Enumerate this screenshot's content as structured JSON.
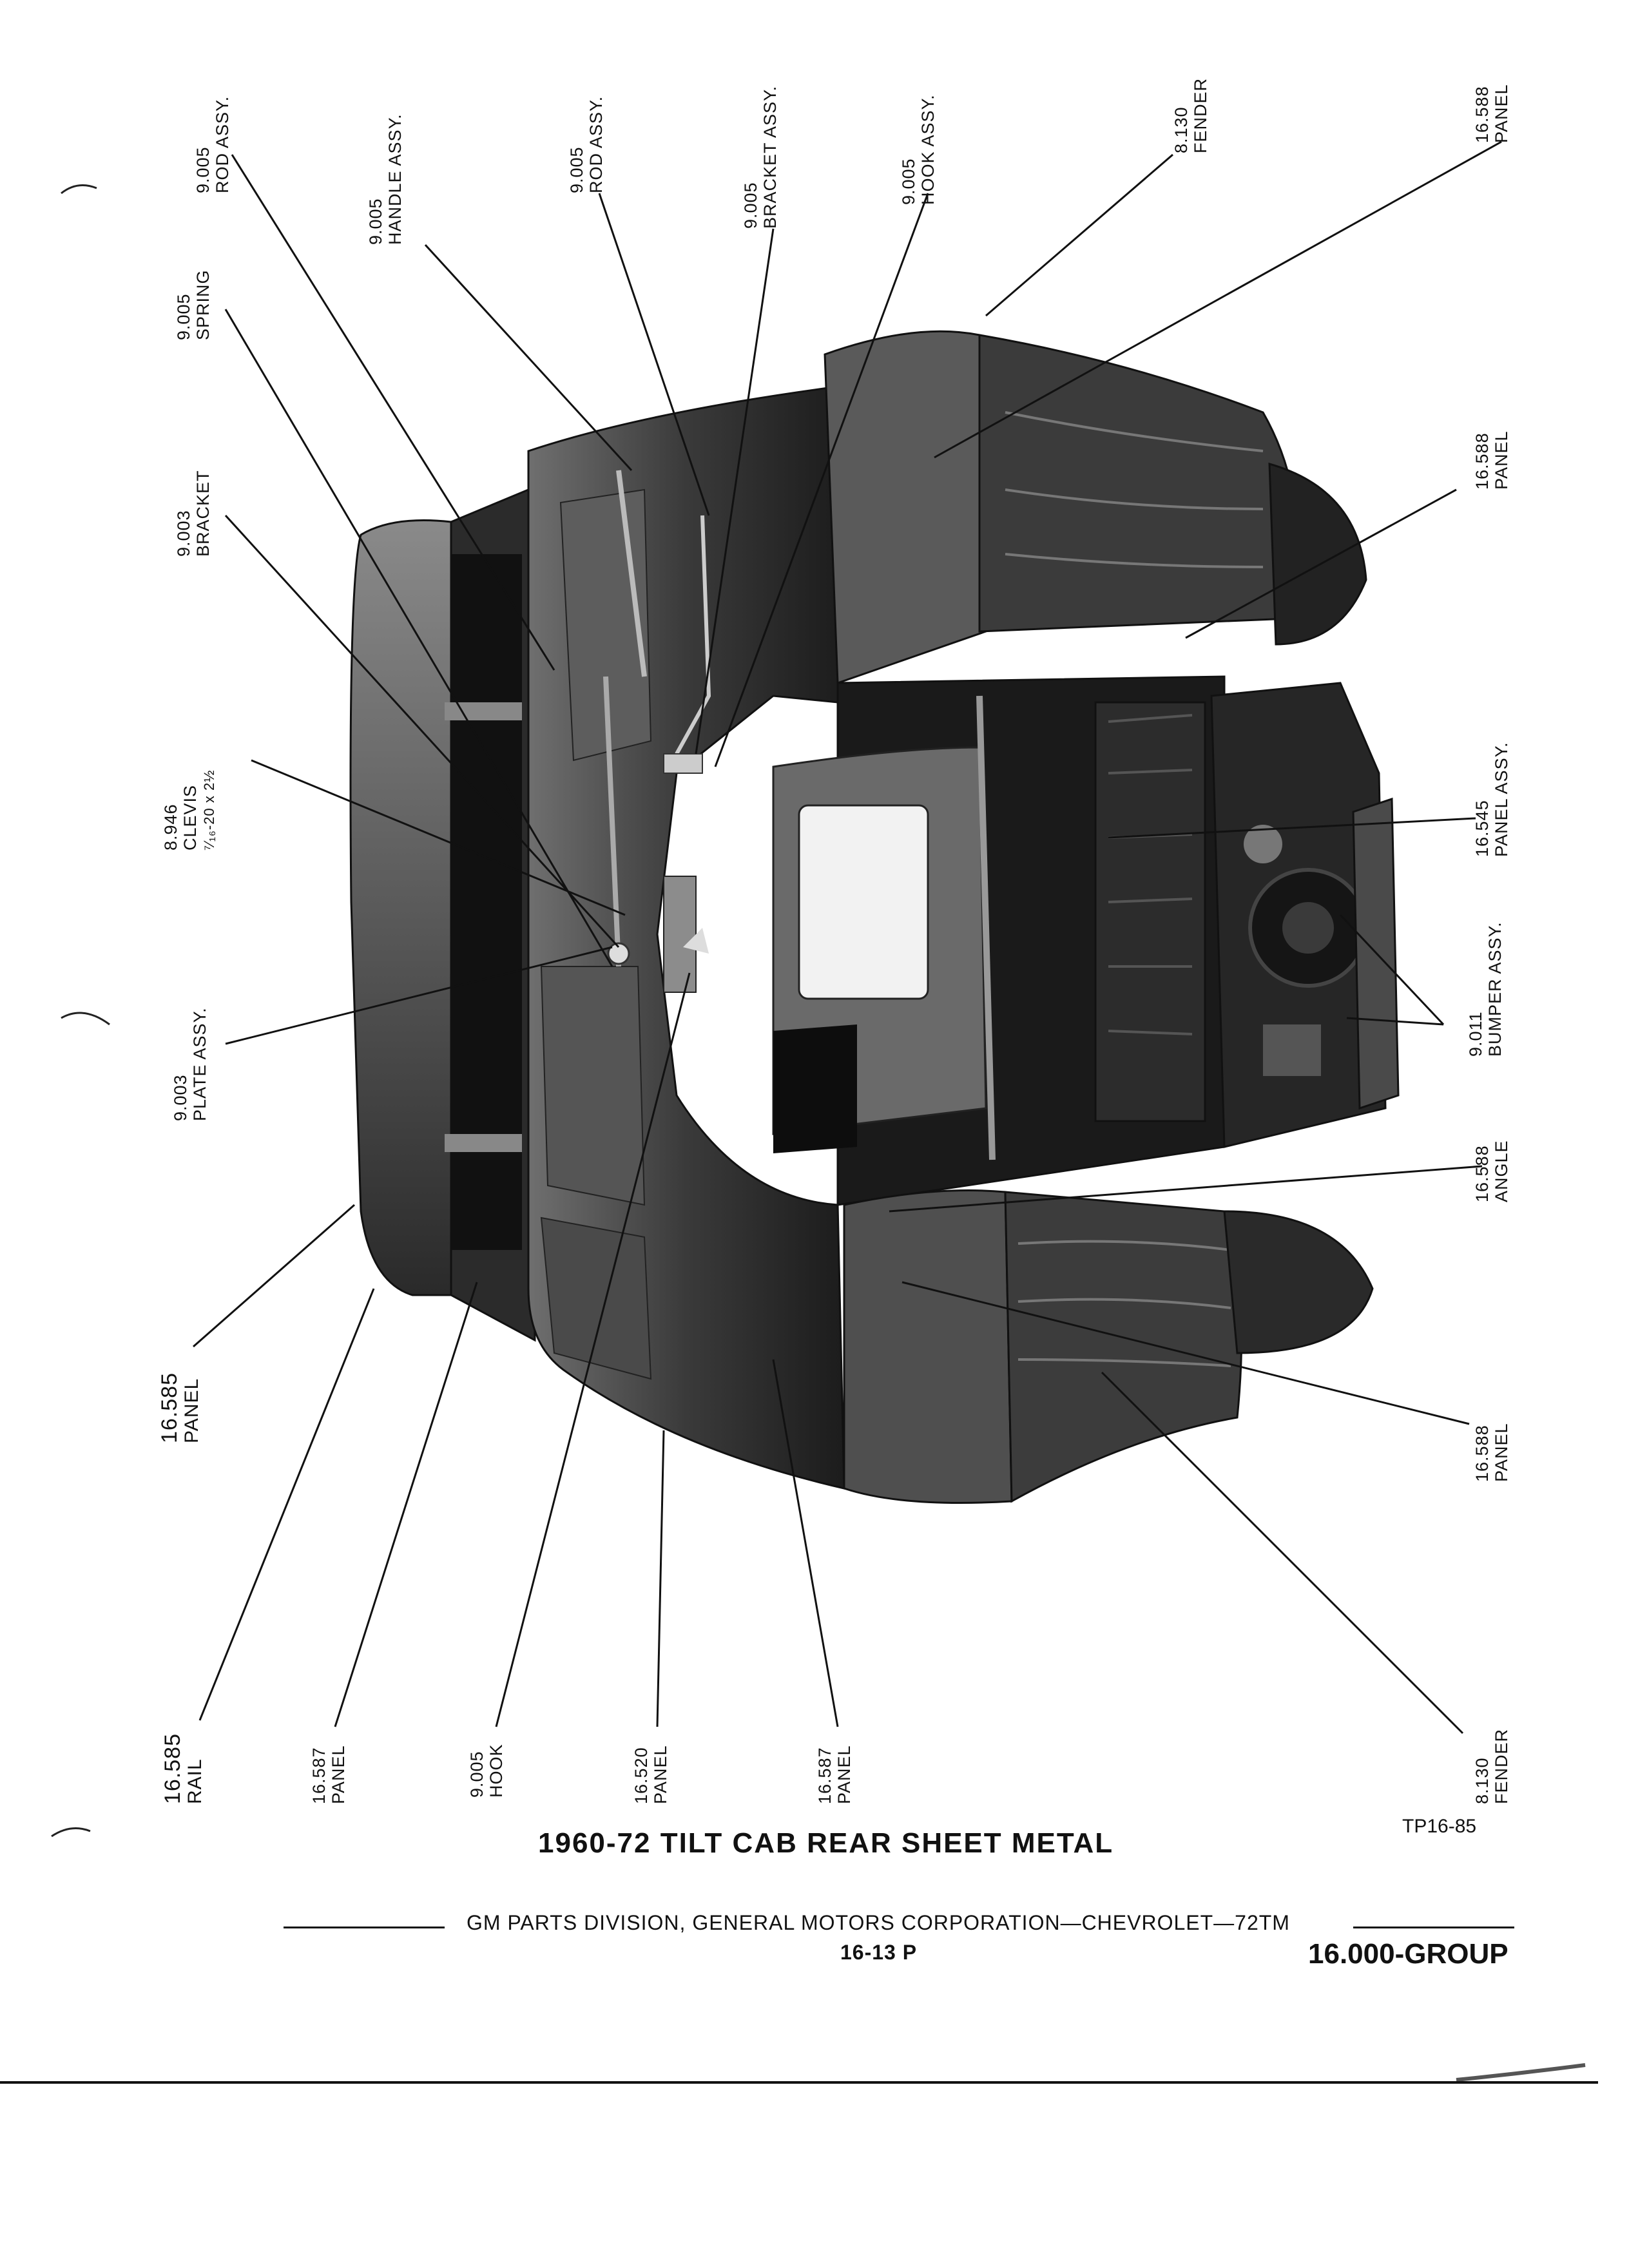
{
  "document": {
    "title": "1960-72 TILT CAB REAR SHEET METAL",
    "figure_id": "TP16-85",
    "footer": "GM PARTS DIVISION,  GENERAL MOTORS CORPORATION—CHEVROLET—72TM",
    "page_number": "16-13  P",
    "group": "16.000-GROUP"
  },
  "callouts": [
    {
      "id": "rod-assy-1",
      "number": "9.005",
      "name": "ROD ASSY."
    },
    {
      "id": "handle-assy",
      "number": "9.005",
      "name": "HANDLE ASSY."
    },
    {
      "id": "rod-assy-2",
      "number": "9.005",
      "name": "ROD ASSY."
    },
    {
      "id": "bracket-assy",
      "number": "9.005",
      "name": "BRACKET  ASSY."
    },
    {
      "id": "hook-assy",
      "number": "9.005",
      "name": "HOOK ASSY."
    },
    {
      "id": "fender-top",
      "number": "8.130",
      "name": "FENDER"
    },
    {
      "id": "panel-top-right",
      "number": "16.588",
      "name": "PANEL"
    },
    {
      "id": "spring",
      "number": "9.005",
      "name": "SPRING"
    },
    {
      "id": "bracket",
      "number": "9.003",
      "name": "BRACKET"
    },
    {
      "id": "panel-mid-right",
      "number": "16.588",
      "name": "PANEL"
    },
    {
      "id": "clevis",
      "number": "8.946",
      "name": "CLEVIS",
      "size": "⁷⁄₁₆-20 x 2½"
    },
    {
      "id": "panel-assy",
      "number": "16.545",
      "name": "PANEL ASSY."
    },
    {
      "id": "plate-assy",
      "number": "9.003",
      "name": "PLATE ASSY."
    },
    {
      "id": "bumper-assy",
      "number": "9.011",
      "name": "BUMPER ASSY."
    },
    {
      "id": "angle",
      "number": "16.588",
      "name": "ANGLE"
    },
    {
      "id": "panel-left",
      "number": "16.585",
      "name": "PANEL"
    },
    {
      "id": "panel-lower-right",
      "number": "16.588",
      "name": "PANEL"
    },
    {
      "id": "rail",
      "number": "16.585",
      "name": "RAIL"
    },
    {
      "id": "panel-587-a",
      "number": "16.587",
      "name": "PANEL"
    },
    {
      "id": "hook",
      "number": "9.005",
      "name": "HOOK"
    },
    {
      "id": "panel-520",
      "number": "16.520",
      "name": "PANEL"
    },
    {
      "id": "panel-587-b",
      "number": "16.587",
      "name": "PANEL"
    },
    {
      "id": "fender-bottom",
      "number": "8.130",
      "name": "FENDER"
    }
  ]
}
